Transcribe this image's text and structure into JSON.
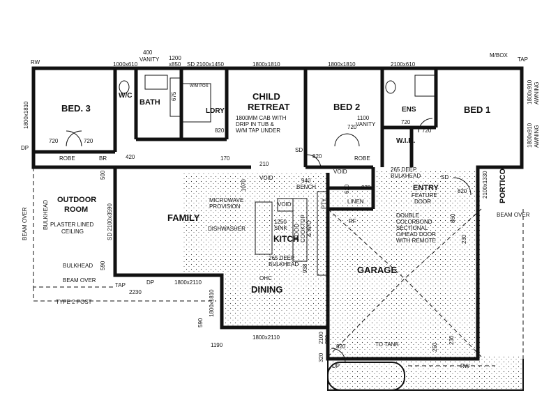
{
  "rooms": {
    "bed3": "BED. 3",
    "wc": "W/C",
    "bath": "BATH",
    "ldry": "LDRY",
    "child_retreat_1": "CHILD",
    "child_retreat_2": "RETREAT",
    "bed2": "BED 2",
    "ens": "ENS",
    "bed1": "BED 1",
    "wir": "W.I.R.",
    "outdoor_1": "OUTDOOR",
    "outdoor_2": "ROOM",
    "family": "FAMILY",
    "kitch": "KITCH",
    "dining": "DINING",
    "garage": "GARAGE",
    "entry": "ENTRY",
    "portico": "PORTICO",
    "robe_left": "ROBE",
    "robe_bed2": "ROBE",
    "br": "BR",
    "linen": "LINEN",
    "pty": "PTY",
    "rf": "RF"
  },
  "notes": {
    "vanity_left_1": "400",
    "vanity_left_2": "VANITY",
    "retreat_note_1": "1800MM CAB WITH",
    "retreat_note_2": "DRIP IN TUB &",
    "retreat_note_3": "W/M TAP UNDER",
    "vanity_1100_1": "1100",
    "vanity_1100_2": "VANITY",
    "bulkhead_265_1": "265 DEEP",
    "bulkhead_265_2": "BULKHEAD",
    "entry_feature_1": "FEATURE",
    "entry_feature_2": "DOOR",
    "microwave_1": "MICROWAVE",
    "microwave_2": "PROVISION",
    "dishwasher": "DISHWASHER",
    "sink_1": "1250",
    "sink_2": "SINK",
    "hood_1": "HOOD",
    "hood_2": "COOKTOP",
    "hood_3": "& W/O",
    "bulkhead_dining_1": "265 DEEP",
    "bulkhead_dining_2": "BULKHEAD",
    "ohc": "OHC",
    "garage_door_1": "DOUBLE",
    "garage_door_2": "COLORBOND",
    "garage_door_3": "SECTIONAL",
    "garage_door_4": "O/HEAD DOOR",
    "garage_door_5": "WITH REMOTE",
    "plaster_1": "PLASTER LINED",
    "plaster_2": "CEILING",
    "bulkhead_out": "BULKHEAD",
    "bulkhead_side": "BULKHEAD",
    "beam_over_1": "BEAM OVER",
    "beam_over_2": "BEAM OVER",
    "beam_over_3": "BEAM OVER",
    "type2_post": "TYPE 2 POST",
    "to_tank": "TO TANK",
    "tap_1": "TAP",
    "tap_2": "TAP",
    "mbox": "M/BOX",
    "void_1": "VOID",
    "void_2": "VOID",
    "void_3": "VOID",
    "bench": "BENCH",
    "awning_1": "1800x910",
    "awning_1b": "AWNING",
    "awning_2": "1800x910",
    "awning_2b": "AWNING",
    "sd": "SD",
    "rw": "RW",
    "dp": "DP",
    "pos": "W/M POS"
  },
  "dims": {
    "w_1000x610": "1000x610",
    "w_1200x850_a": "1200",
    "w_1200x850_b": "x850",
    "sd_2100x1450": "SD 2100x1450",
    "w_1800x1810_top": "1800x1810",
    "w_1800x1810_b2": "1800x1810",
    "w_2100x610": "2100x610",
    "w_1800x1810_left": "1800x1810",
    "w_1800x2110_dining": "1800x2110",
    "w_1800x1810_dining": "1800x1810",
    "w_1800x2110_bottom": "1800x2110",
    "sd_2100x3590": "SD 2100x3590",
    "w_2100x1330": "2100x1330",
    "d_720": "720",
    "d_820": "820",
    "d_420": "420",
    "d_170": "170",
    "d_210": "210",
    "d_940": "940",
    "d_270": "270",
    "d_500": "500",
    "d_590": "590",
    "d_590b": "590",
    "d_2230": "2230",
    "d_1190": "1190",
    "d_320": "320",
    "d_2100": "2100",
    "d_880": "880",
    "d_250": "250",
    "d_230": "230",
    "d_860": "860",
    "d_938": "938",
    "d_675": "675",
    "d_620": "620",
    "d_1070": "1070"
  }
}
